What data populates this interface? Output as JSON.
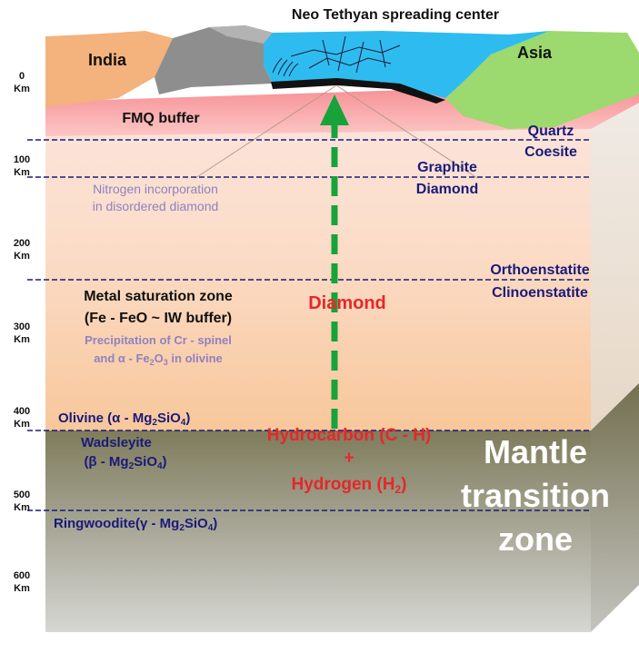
{
  "title": "Neo Tethyan spreading center",
  "plates": {
    "left": "India",
    "right": "Asia"
  },
  "depth_axis": {
    "unit": "Km",
    "ticks": [
      "0",
      "100",
      "200",
      "300",
      "400",
      "500",
      "600"
    ]
  },
  "fmq_buffer": "FMQ buffer",
  "boundaries": {
    "quartz_coesite": [
      "Quartz",
      "Coesite"
    ],
    "graphite_diamond": [
      "Graphite",
      "Diamond"
    ],
    "ortho_clino": [
      "Orthoenstatite",
      "Clinoenstatite"
    ]
  },
  "nitrogen_note": [
    "Nitrogen incorporation",
    "in disordered diamond"
  ],
  "metal_zone": [
    "Metal saturation zone",
    "(Fe - FeO ~ IW buffer)"
  ],
  "precip_note": {
    "line1": "Precipitation of Cr - spinel",
    "line2_pre": "and α - Fe",
    "sub1": "2",
    "mid": "O",
    "sub2": "3",
    "post": " in olivine"
  },
  "diamond_label": "Diamond",
  "olivine": {
    "pre": "Olivine (α - Mg",
    "sub1": "2",
    "mid": "SiO",
    "sub2": "4",
    "post": ")"
  },
  "wadsleyite": {
    "name": "Wadsleyite",
    "pre": "(β - Mg",
    "sub1": "2",
    "mid": "SiO",
    "sub2": "4",
    "post": ")"
  },
  "ringwoodite": {
    "pre": "Ringwoodite(γ - Mg",
    "sub1": "2",
    "mid": "SiO",
    "sub2": "4",
    "post": ")"
  },
  "source": {
    "line1": "Hydrocarbon (C - H)",
    "plus": "+",
    "h2_pre": "Hydrogen (H",
    "h2_sub": "2",
    "h2_post": ")"
  },
  "mantle_zone": [
    "Mantle",
    "transition",
    "zone"
  ],
  "colors": {
    "india": "#f4b27c",
    "asia": "#9cd96e",
    "ocean": "#2ebcf0",
    "fmq": "#f57f86",
    "boundary": "#1a1a7a",
    "arrow": "#17a33a",
    "red_label": "#e8262b",
    "purple_note": "#8f82c0",
    "mtz": "#8e8a6a"
  }
}
